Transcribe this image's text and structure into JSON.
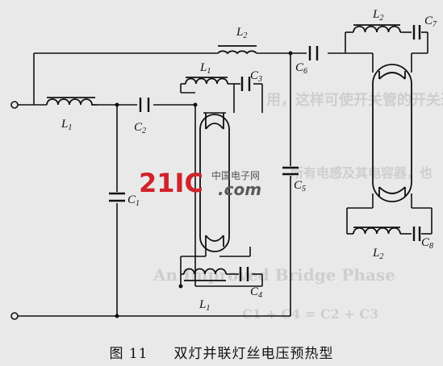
{
  "figure": {
    "caption_number": "图 11",
    "caption_title": "双灯并联灯丝电压预热型"
  },
  "components": {
    "L1_in": "L",
    "L1_in_sub": "1",
    "C2": "C",
    "C2_sub": "2",
    "C1": "C",
    "C1_sub": "1",
    "L1_top": "L",
    "L1_top_sub": "1",
    "C3": "C",
    "C3_sub": "3",
    "L1_bot": "L",
    "L1_bot_sub": "1",
    "C4": "C",
    "C4_sub": "4",
    "L2_top": "L",
    "L2_top_sub": "2",
    "C5": "C",
    "C5_sub": "5",
    "C6": "C",
    "C6_sub": "6",
    "L2_r_top": "L",
    "L2_r_top_sub": "2",
    "C7": "C",
    "C7_sub": "7",
    "L2_r_bot": "L",
    "L2_r_bot_sub": "2",
    "C8": "C",
    "C8_sub": "8"
  },
  "watermark": {
    "logo_number": "21IC",
    "logo_cn": "中国电子网",
    "logo_domain": ".com",
    "bg_line_1": "用，这样可使开关管的开关过",
    "bg_line_2": "所有电感及其电容器，也",
    "bg_line_3": "An Improved Bridge Phase",
    "bg_line_4": "C1 + C4 = C2 + C3"
  },
  "colors": {
    "ink": "#111111",
    "logo_red": "#d0232a",
    "background": "#e9e9e9"
  }
}
